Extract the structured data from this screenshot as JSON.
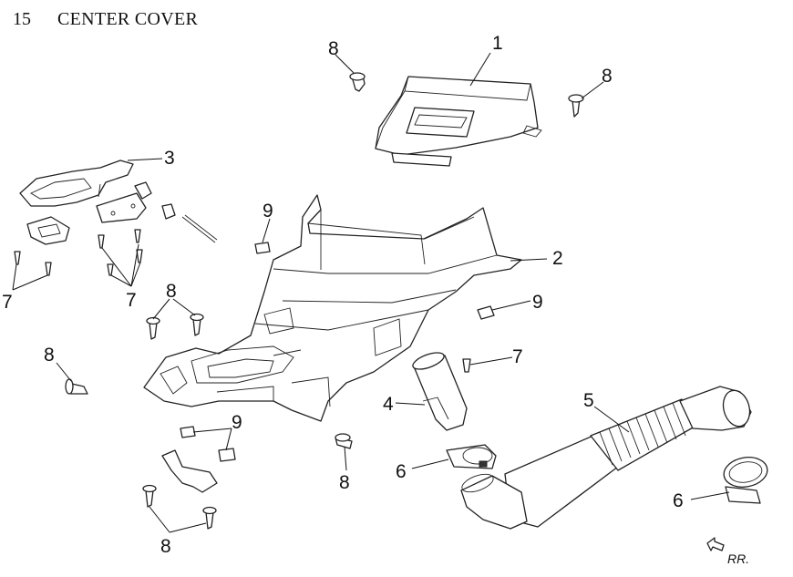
{
  "diagram": {
    "section_number": "15",
    "title": "CENTER COVER",
    "direction_label": "RR.",
    "callouts": {
      "c1": "1",
      "c2": "2",
      "c3": "3",
      "c4": "4",
      "c5": "5",
      "c6a": "6",
      "c6b": "6",
      "c7a": "7",
      "c7b": "7",
      "c7c": "7",
      "c8a": "8",
      "c8b": "8",
      "c8c": "8",
      "c8d": "8",
      "c8e": "8",
      "c8f": "8",
      "c9a": "9",
      "c9b": "9",
      "c9c": "9"
    }
  }
}
